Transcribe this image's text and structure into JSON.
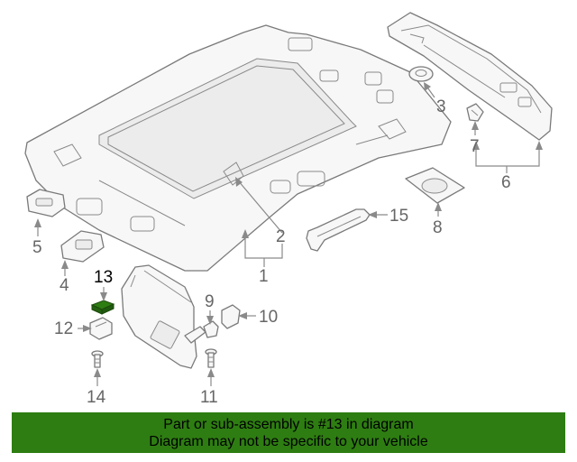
{
  "callouts": {
    "c1": "1",
    "c2": "2",
    "c3": "3",
    "c4": "4",
    "c5": "5",
    "c6": "6",
    "c7": "7",
    "c8": "8",
    "c9": "9",
    "c10": "10",
    "c11": "11",
    "c12": "12",
    "c13": "13",
    "c14": "14",
    "c15": "15"
  },
  "highlight_part": "13",
  "colors": {
    "banner": "#2e7d12",
    "highlight_part": "#2e7d12",
    "line_art": "#7a7a7a",
    "callout_text": "#666666"
  },
  "banner": {
    "line1": "Part or sub-assembly is #13 in diagram",
    "line2": "Diagram may not be specific to your vehicle"
  }
}
